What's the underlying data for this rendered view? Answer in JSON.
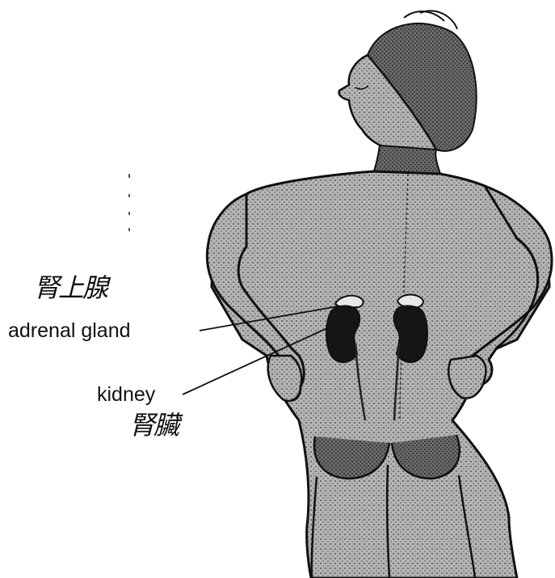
{
  "labels": {
    "adrenal_gland_en": "adrenal gland",
    "adrenal_gland_zh": "腎上腺",
    "kidney_en": "kidney",
    "kidney_zh": "腎臟"
  },
  "colors": {
    "ink": "#111111",
    "shading": "#8a8a8a",
    "organ": "#151515",
    "background": "#ffffff"
  }
}
